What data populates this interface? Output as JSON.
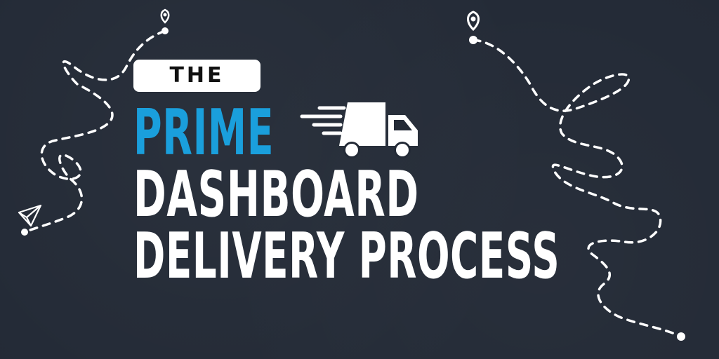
{
  "badge": {
    "text": "THE"
  },
  "headline": {
    "line1": "PRIME",
    "line2": "DASHBOARD",
    "line3": "DELIVERY PROCESS"
  },
  "icons": {
    "truck": "delivery-truck-icon",
    "pins": "map-pin-icon",
    "plane": "paper-plane-icon"
  },
  "colors": {
    "background": "#232a36",
    "accent": "#1a9fdc",
    "text": "#ffffff",
    "badge_text": "#111111"
  }
}
